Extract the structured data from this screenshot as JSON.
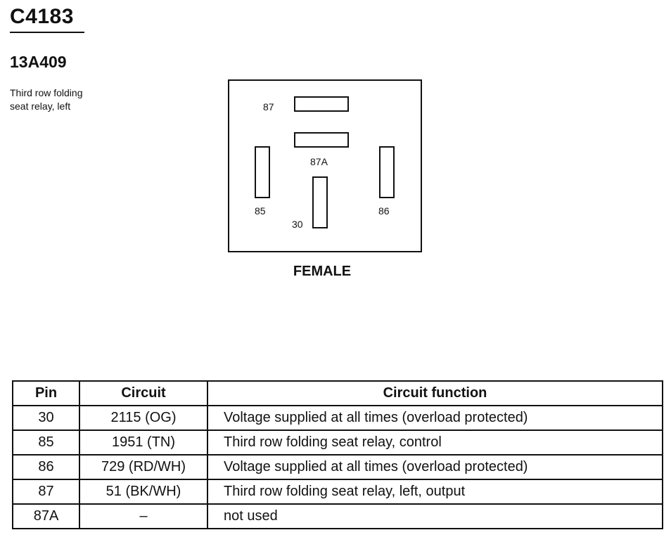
{
  "connector": {
    "id": "C4183",
    "part_number": "13A409",
    "description_lines": [
      "Third row folding",
      "seat relay, left"
    ]
  },
  "diagram": {
    "view_label": "FEMALE",
    "pins": {
      "p87": "87",
      "p87a": "87A",
      "p85": "85",
      "p86": "86",
      "p30": "30"
    }
  },
  "table": {
    "headers": [
      "Pin",
      "Circuit",
      "Circuit function"
    ],
    "rows": [
      {
        "pin": "30",
        "circuit": "2115 (OG)",
        "function": "Voltage supplied at all times (overload protected)"
      },
      {
        "pin": "85",
        "circuit": "1951 (TN)",
        "function": "Third row folding seat relay, control"
      },
      {
        "pin": "86",
        "circuit": "729 (RD/WH)",
        "function": "Voltage supplied at all times (overload protected)"
      },
      {
        "pin": "87",
        "circuit": "51 (BK/WH)",
        "function": "Third row folding seat relay, left, output"
      },
      {
        "pin": "87A",
        "circuit": "–",
        "function": "not used"
      }
    ]
  }
}
